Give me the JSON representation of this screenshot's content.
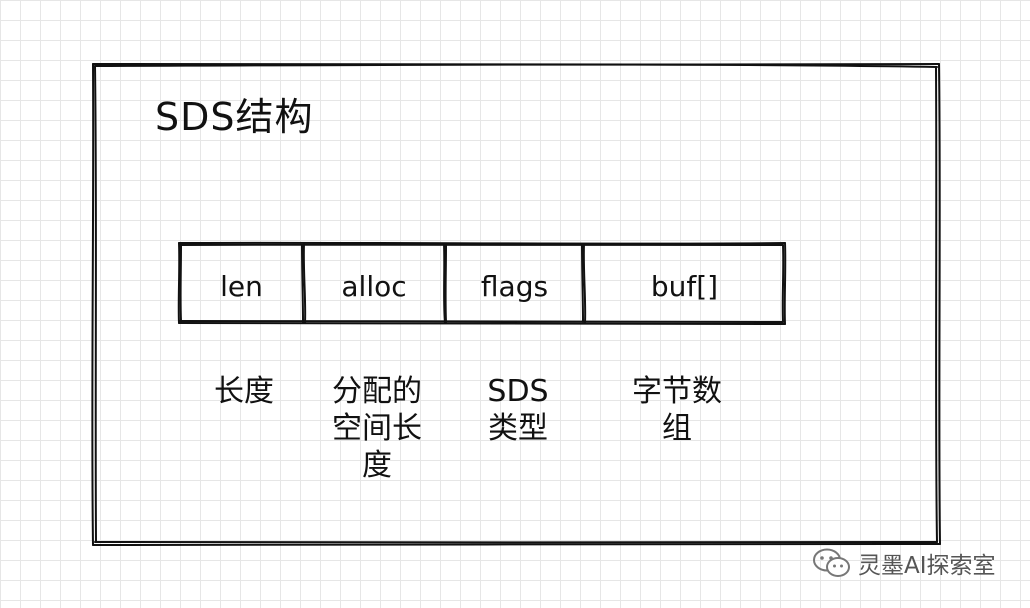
{
  "title": "SDS结构",
  "fields": [
    {
      "name": "len",
      "description": [
        "长度"
      ]
    },
    {
      "name": "alloc",
      "description": [
        "分配的",
        "空间长",
        "度"
      ]
    },
    {
      "name": "flags",
      "description": [
        "SDS",
        "类型"
      ]
    },
    {
      "name": "buf[]",
      "description": [
        "字节数",
        "组"
      ]
    }
  ],
  "watermark": {
    "text": "灵墨AI探索室",
    "icon": "wechat-icon"
  }
}
